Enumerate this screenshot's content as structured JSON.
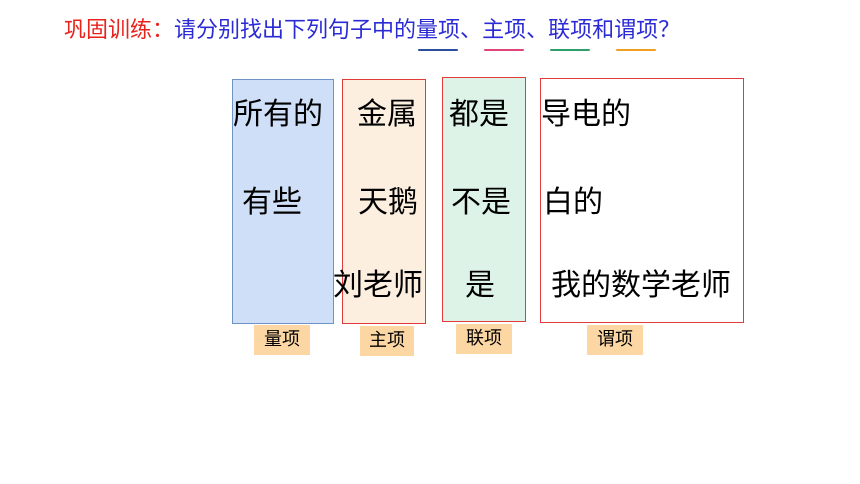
{
  "title": {
    "label": "巩固训练：",
    "question_prefix": "请分别找出下列句子中的",
    "term_quant": "量项",
    "sep1": "、",
    "term_subj": "主项",
    "sep2": "、",
    "term_link": "联项",
    "conj": "和",
    "term_pred": "谓项",
    "end": "？"
  },
  "underline_colors": {
    "quant": "#2b4fa0",
    "subj": "#e0457a",
    "link": "#2fa06a",
    "pred": "#f0a020"
  },
  "columns": {
    "quant": {
      "words": [
        "所有的",
        "有些",
        ""
      ],
      "tag": "量项",
      "fill": "#cfdff7"
    },
    "subj": {
      "words": [
        "金属",
        "天鹅",
        "刘老师"
      ],
      "tag": "主项",
      "fill": "#fdefdf"
    },
    "link": {
      "words": [
        "都是",
        "不是",
        "是"
      ],
      "tag": "联项",
      "fill": "#ddf3e8"
    },
    "pred": {
      "words": [
        "导电的",
        "白的",
        "我的数学老师"
      ],
      "tag": "谓项",
      "fill": "#ffffff"
    }
  }
}
